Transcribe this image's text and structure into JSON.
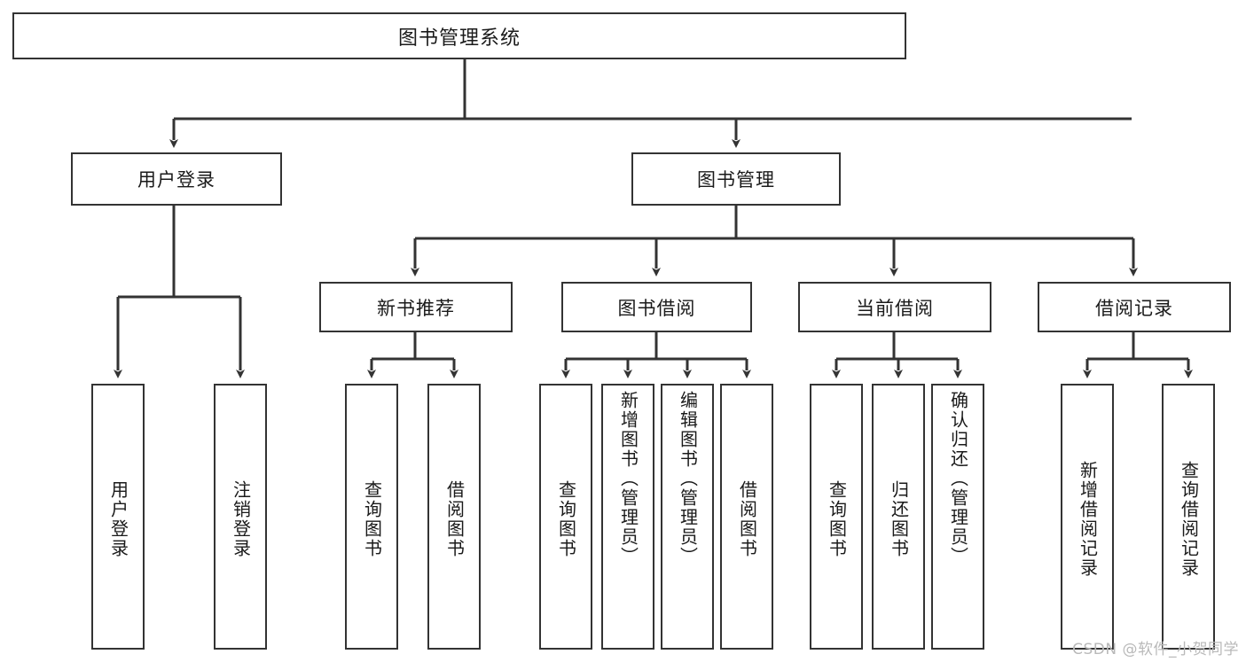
{
  "diagram": {
    "title": "图书管理系统",
    "type": "hierarchy-tree",
    "root": {
      "label": "图书管理系统"
    },
    "level2": [
      {
        "label": "用户登录"
      },
      {
        "label": "图书管理"
      }
    ],
    "level3": [
      {
        "label": "新书推荐"
      },
      {
        "label": "图书借阅"
      },
      {
        "label": "当前借阅"
      },
      {
        "label": "借阅记录"
      }
    ],
    "leaves": [
      {
        "label": "用户登录",
        "parent": "用户登录"
      },
      {
        "label": "注销登录",
        "parent": "用户登录"
      },
      {
        "label": "查询图书",
        "parent": "新书推荐"
      },
      {
        "label": "借阅图书",
        "parent": "新书推荐"
      },
      {
        "label": "查询图书",
        "parent": "图书借阅"
      },
      {
        "label": "新增图书（管理员）",
        "parent": "图书借阅"
      },
      {
        "label": "编辑图书（管理员）",
        "parent": "图书借阅"
      },
      {
        "label": "借阅图书",
        "parent": "图书借阅"
      },
      {
        "label": "查询图书",
        "parent": "当前借阅"
      },
      {
        "label": "归还图书",
        "parent": "当前借阅"
      },
      {
        "label": "确认归还（管理员）",
        "parent": "当前借阅"
      },
      {
        "label": "新增借阅记录",
        "parent": "借阅记录"
      },
      {
        "label": "查询借阅记录",
        "parent": "借阅记录"
      }
    ]
  },
  "watermark": {
    "text": "CSDN @软件_小贺同学"
  },
  "colors": {
    "stroke": "#333333",
    "background": "#ffffff",
    "text": "#1a1a1a",
    "watermark": "#b9b9b9"
  }
}
